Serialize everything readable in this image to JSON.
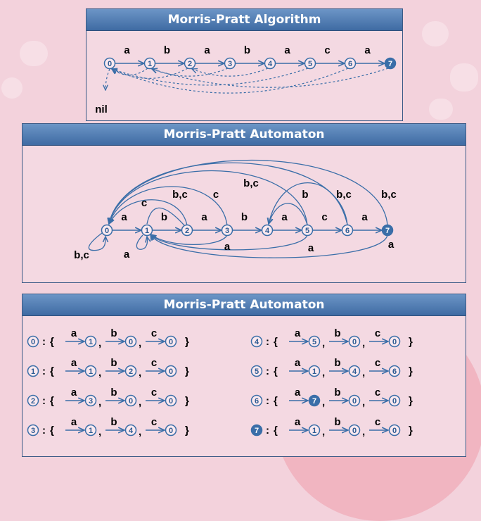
{
  "colors": {
    "panel_border": "#3b5a86",
    "header_top": "#6c95c6",
    "header_bottom": "#3f6ba3",
    "node_stroke": "#3a6ea8",
    "final_fill": "#3a6ea8",
    "background": "#f3d2dc"
  },
  "panels": {
    "algorithm": {
      "title": "Morris-Pratt Algorithm",
      "states": [
        "0",
        "1",
        "2",
        "3",
        "4",
        "5",
        "6",
        "7"
      ],
      "final_state": "7",
      "edge_labels": [
        "a",
        "b",
        "a",
        "b",
        "a",
        "c",
        "a"
      ],
      "failure_label": "nil"
    },
    "automaton": {
      "title": "Morris-Pratt Automaton",
      "states": [
        "0",
        "1",
        "2",
        "3",
        "4",
        "5",
        "6",
        "7"
      ],
      "final_state": "7",
      "forward_labels": [
        "a",
        "b",
        "a",
        "b",
        "a",
        "c",
        "a"
      ],
      "self_loop_0": "b,c",
      "self_loop_1": "a",
      "back_labels": {
        "c_from_2": "c",
        "bc_from_3": "b,c",
        "c_from_3": "c",
        "bc_top": "b,c",
        "b_from_5": "b",
        "bc_from_6": "b,c",
        "bc_from_7": "b,c",
        "a_from_3": "a",
        "a_from_5": "a",
        "a_from_7": "a"
      }
    },
    "table": {
      "title": "Morris-Pratt Automaton",
      "punct": {
        "colon": ":",
        "open": "{",
        "close": "}",
        "comma": ","
      },
      "rows": [
        {
          "state": "0",
          "transitions": [
            {
              "label": "a",
              "to": "1"
            },
            {
              "label": "b",
              "to": "0"
            },
            {
              "label": "c",
              "to": "0"
            }
          ]
        },
        {
          "state": "1",
          "transitions": [
            {
              "label": "a",
              "to": "1"
            },
            {
              "label": "b",
              "to": "2"
            },
            {
              "label": "c",
              "to": "0"
            }
          ]
        },
        {
          "state": "2",
          "transitions": [
            {
              "label": "a",
              "to": "3"
            },
            {
              "label": "b",
              "to": "0"
            },
            {
              "label": "c",
              "to": "0"
            }
          ]
        },
        {
          "state": "3",
          "transitions": [
            {
              "label": "a",
              "to": "1"
            },
            {
              "label": "b",
              "to": "4"
            },
            {
              "label": "c",
              "to": "0"
            }
          ]
        },
        {
          "state": "4",
          "transitions": [
            {
              "label": "a",
              "to": "5"
            },
            {
              "label": "b",
              "to": "0"
            },
            {
              "label": "c",
              "to": "0"
            }
          ]
        },
        {
          "state": "5",
          "transitions": [
            {
              "label": "a",
              "to": "1"
            },
            {
              "label": "b",
              "to": "4"
            },
            {
              "label": "c",
              "to": "6"
            }
          ]
        },
        {
          "state": "6",
          "transitions": [
            {
              "label": "a",
              "to": "7"
            },
            {
              "label": "b",
              "to": "0"
            },
            {
              "label": "c",
              "to": "0"
            }
          ]
        },
        {
          "state": "7",
          "transitions": [
            {
              "label": "a",
              "to": "1"
            },
            {
              "label": "b",
              "to": "0"
            },
            {
              "label": "c",
              "to": "0"
            }
          ]
        }
      ]
    }
  }
}
